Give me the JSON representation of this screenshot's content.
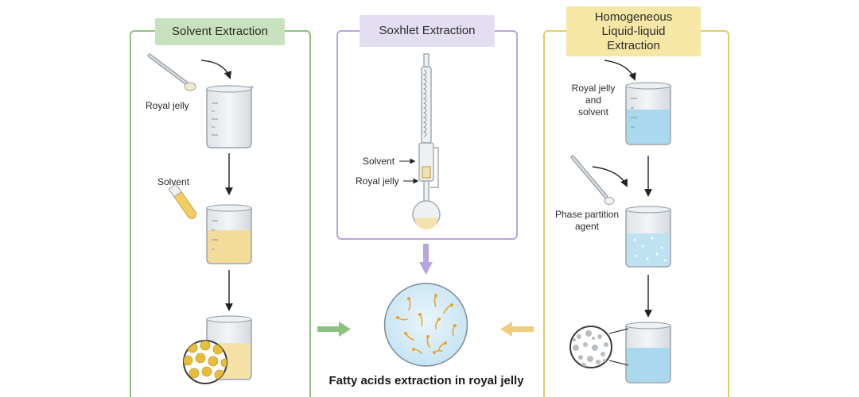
{
  "panels": {
    "solvent": {
      "title": "Solvent Extraction",
      "labels": {
        "royal_jelly": "Royal jelly",
        "solvent": "Solvent"
      }
    },
    "soxhlet": {
      "title": "Soxhlet Extraction",
      "labels": {
        "solvent": "Solvent",
        "royal_jelly": "Royal jelly"
      }
    },
    "homogeneous": {
      "title_lines": [
        "Homogeneous",
        "Liquid-liquid",
        "Extraction"
      ],
      "labels": {
        "royal_jelly_solvent_lines": [
          "Royal jelly",
          "and",
          "solvent"
        ],
        "phase_partition_lines": [
          "Phase partition",
          "agent"
        ]
      }
    }
  },
  "result": {
    "caption": "Fatty acids extraction in royal jelly"
  },
  "colors": {
    "solvent_panel": "#8cc280",
    "soxhlet_panel": "#b8a6dc",
    "homogeneous_panel": "#e2cd62",
    "yellow_liquid": "#f3dc9a",
    "blue_liquid": "#a9d8ef",
    "fatty_acid": "#e8a42a"
  }
}
